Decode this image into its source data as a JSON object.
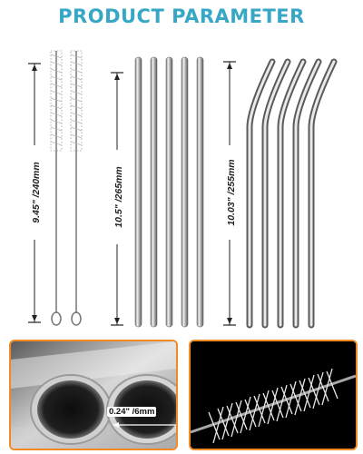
{
  "header": {
    "title": "PRODUCT PARAMETER"
  },
  "dimensions": {
    "brush_length": "9.45\" /240mm",
    "straight_length": "10.5\" /265mm",
    "bent_length": "10.03\" /255mm",
    "diameter": "0.24\" /6mm"
  },
  "colors": {
    "title": "#37a7c6",
    "accent_border": "#f08a24"
  }
}
